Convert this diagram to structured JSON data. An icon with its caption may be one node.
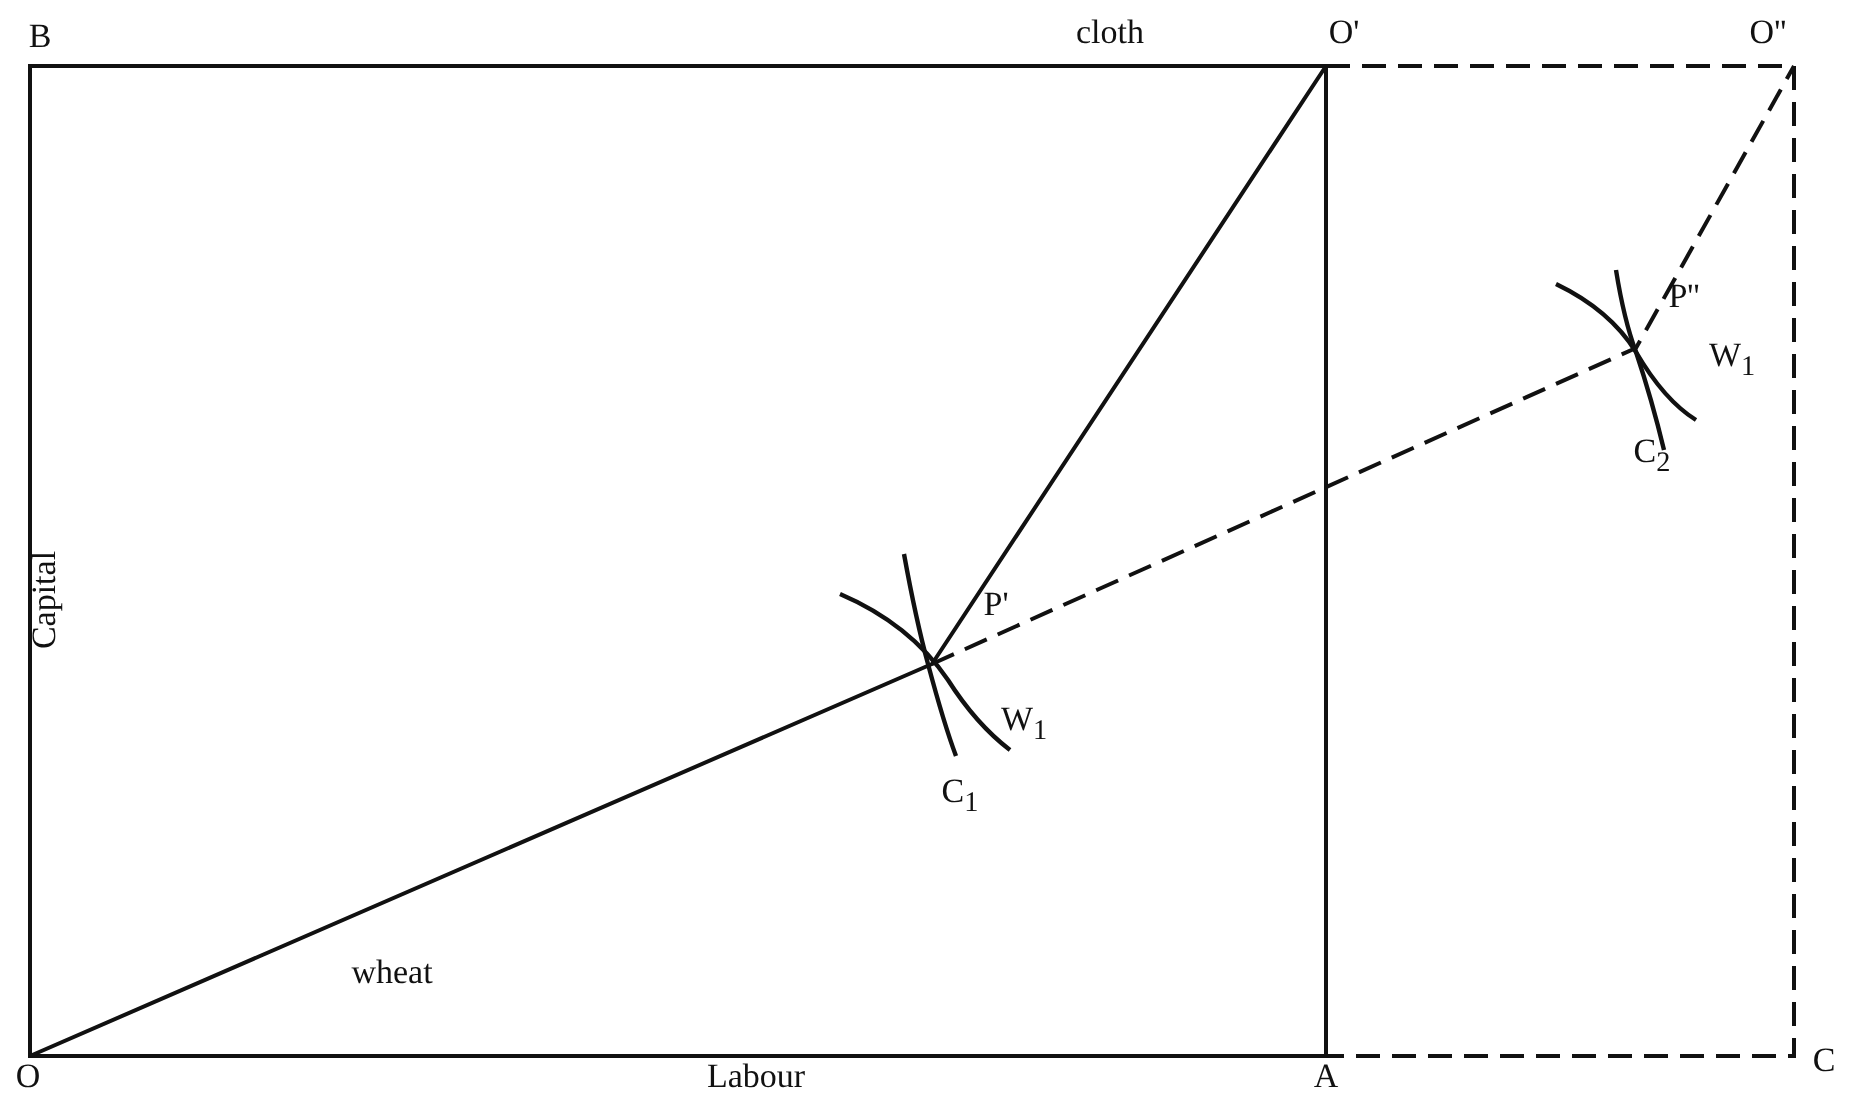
{
  "diagram": {
    "labels": [
      "B",
      "cloth",
      "O'",
      "O''",
      "P''",
      "W$_{1}$",
      "C$_{2}$",
      "Capital",
      "P'",
      "W$_{1}$",
      "C$_{1}$",
      "wheat",
      "O",
      "Labour",
      "A",
      "C"
    ]
  }
}
